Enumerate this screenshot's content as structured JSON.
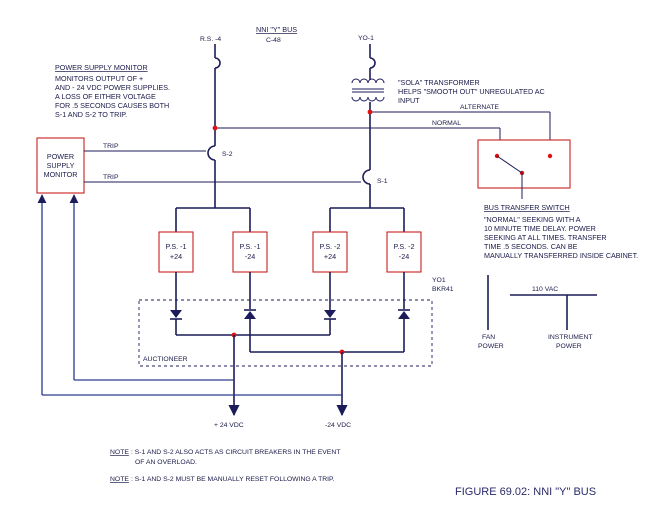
{
  "bus_label": "NNI \"Y\" BUS",
  "bus_code": "C-48",
  "sources": {
    "rs": "R.S. -4",
    "yo1": "YO-1"
  },
  "psm_note": {
    "title": "POWER SUPPLY MONITOR",
    "lines": [
      "MONITORS OUTPUT OF +",
      "AND - 24 VDC POWER SUPPLIES.",
      "A LOSS OF EITHER VOLTAGE",
      "FOR .5 SECONDS CAUSES BOTH",
      "S-1 AND S-2 TO TRIP."
    ]
  },
  "psm_box": [
    "POWER",
    "SUPPLY",
    "MONITOR"
  ],
  "trip": [
    "TRIP",
    "TRIP"
  ],
  "breakers": {
    "s2": "S-2",
    "s1": "S-1"
  },
  "sola": {
    "lines": [
      "\"SOLA\" TRANSFORMER",
      "HELPS \"SMOOTH OUT\" UNREGULATED AC",
      "INPUT"
    ]
  },
  "bts": {
    "alternate": "ALTERNATE",
    "normal": "NORMAL",
    "title": "BUS TRANSFER SWITCH",
    "lines": [
      "\"NORMAL\" SEEKING WITH A",
      "10 MINUTE TIME DELAY. POWER",
      "SEEKING AT ALL TIMES. TRANSFER",
      "TIME .5 SECONDS.  CAN BE",
      "MANUALLY TRANSFERRED INSIDE CABINET."
    ]
  },
  "power_supplies": [
    {
      "name": "P.S. -1",
      "value": "+24"
    },
    {
      "name": "P.S. -1",
      "value": "-24"
    },
    {
      "name": "P.S. -2",
      "value": "+24"
    },
    {
      "name": "P.S. -2",
      "value": "-24"
    }
  ],
  "yo1_bkr": [
    "YO1",
    "BKR41"
  ],
  "auctioneer": "AUCTIONEER",
  "outputs": {
    "pos": "+ 24 VDC",
    "neg": "-24 VDC"
  },
  "vac": "110 VAC",
  "fan": [
    "FAN",
    "POWER"
  ],
  "instrument": [
    "INSTRUMENT",
    "POWER"
  ],
  "notes": [
    {
      "label": "NOTE",
      "lines": [
        ": S-1 AND S-2 ALSO ACTS AS CIRCUIT BREAKERS IN THE EVENT",
        "OF AN OVERLOAD."
      ]
    },
    {
      "label": "NOTE",
      "lines": [
        ": S-1 AND S-2 MUST BE MANUALLY RESET FOLLOWING A TRIP."
      ]
    }
  ],
  "figure": "FIGURE 69.02:  NNI \"Y\" BUS",
  "colors": {
    "wire": "#1c1c5a",
    "box": "#cc2020",
    "node": "#dd1111",
    "feedback": "#2a3a8a"
  }
}
